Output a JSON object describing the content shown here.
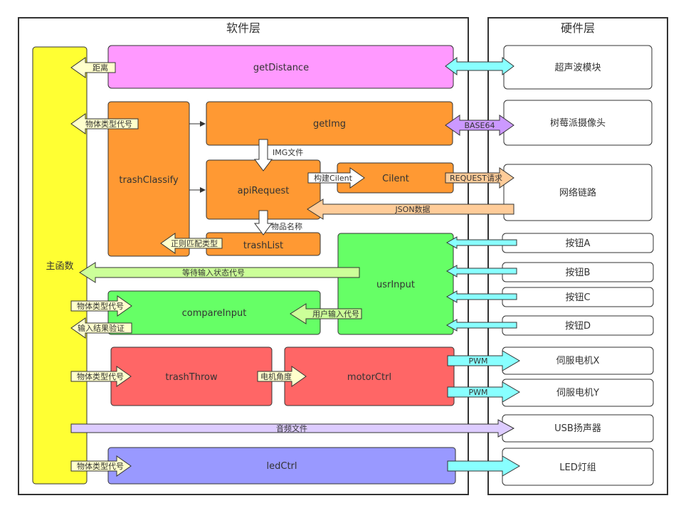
{
  "layers": {
    "software": "软件层",
    "hardware": "硬件层"
  },
  "modules": {
    "main": "主函数",
    "getDistance": "getDistance",
    "getImg": "getImg",
    "trashClassify": "trashClassify",
    "apiRequest": "apiRequest",
    "cilent": "Cilent",
    "trashList": "trashList",
    "usrInput": "usrInput",
    "compareInput": "compareInput",
    "trashThrow": "trashThrow",
    "motorCtrl": "motorCtrl",
    "ledCtrl": "ledCtrl"
  },
  "hardware": {
    "ultrasonic": "超声波模块",
    "camera": "树莓派摄像头",
    "network": "网络链路",
    "buttonA": "按钮A",
    "buttonB": "按钮B",
    "buttonC": "按钮C",
    "buttonD": "按钮D",
    "servoX": "伺服电机X",
    "servoY": "伺服电机Y",
    "speaker": "USB扬声器",
    "led": "LED灯组"
  },
  "arrows": {
    "distance": "距离",
    "objectType1": "物体类型代号",
    "base64": "BASE64",
    "imgFile": "IMG文件",
    "buildCilent": "构建Cilent",
    "request": "REQUEST请求",
    "jsonData": "JSON数据",
    "itemName": "物品名称",
    "regexMatch": "正则匹配类型",
    "waitInput": "等待输入状态代号",
    "objectType2": "物体类型代号",
    "userInputCode": "用户输入代号",
    "inputVerify": "输入结果验证",
    "objectType3": "物体类型代号",
    "motorAngle": "电机角度",
    "pwm1": "PWM",
    "pwm2": "PWM",
    "audioFile": "音频文件",
    "objectType4": "物体类型代号"
  },
  "colors": {
    "main": "#ffff33",
    "getDistance": "#ff99ff",
    "orange": "#ff9933",
    "green": "#66ff66",
    "red": "#ff6666",
    "blue": "#9999ff",
    "cyan": "#88ffff",
    "lightYellow": "#ffffcc",
    "lightOrange": "#ffcc99",
    "lightGreen": "#ccff99",
    "lavender": "#ddccff",
    "lavenderDark": "#cc99ff"
  }
}
